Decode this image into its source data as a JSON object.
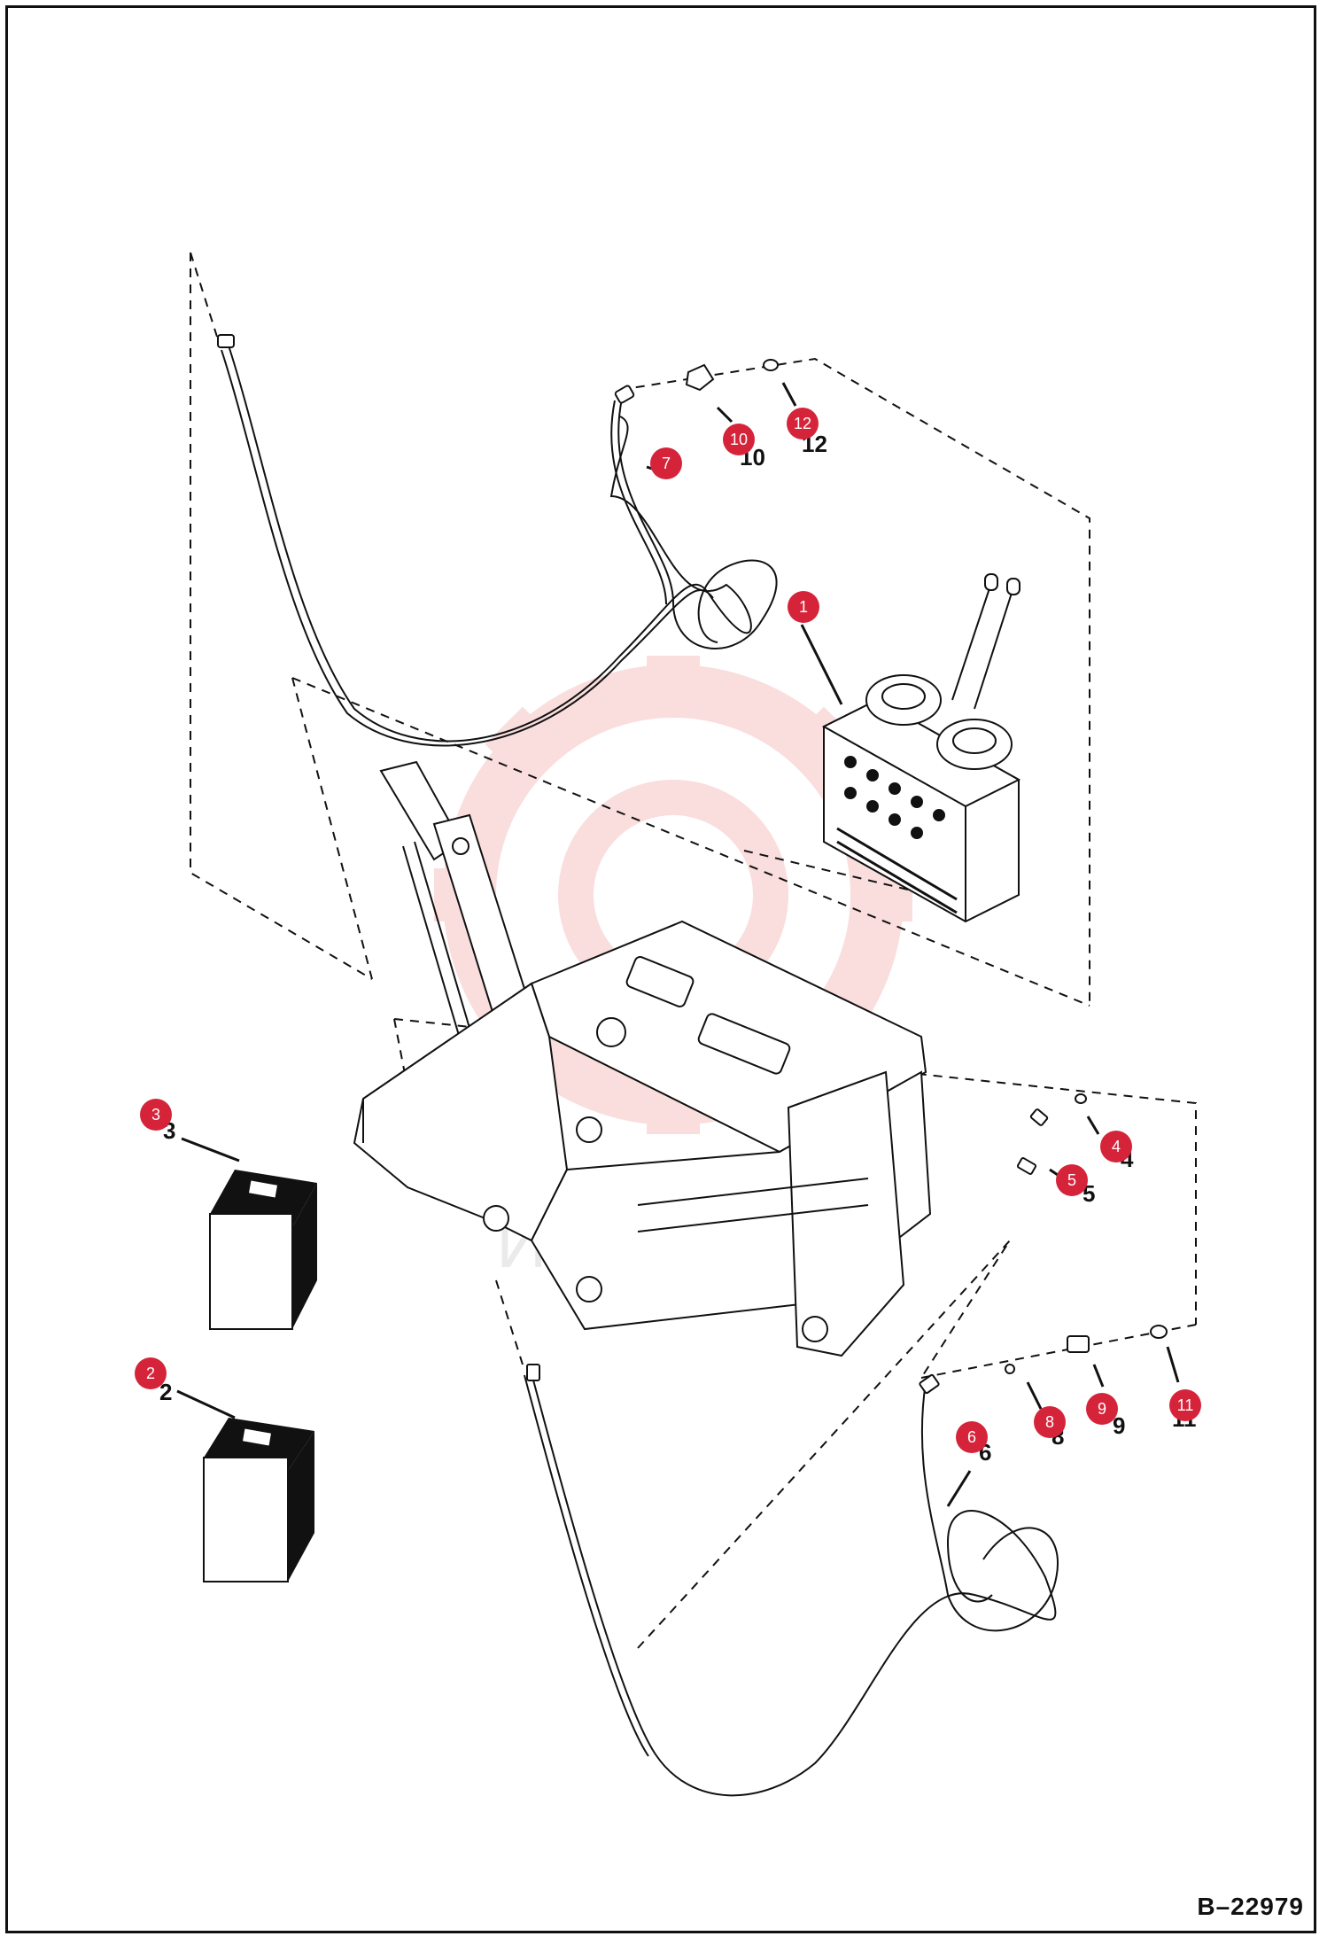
{
  "drawing_number": "B–22979",
  "watermark_text": "ИНТЕК",
  "colors": {
    "callout": "#d5243a",
    "line": "#111111",
    "watermark": "#f4b6b6"
  },
  "callouts": [
    {
      "id": "1",
      "label": "1"
    },
    {
      "id": "2",
      "label": "2"
    },
    {
      "id": "3",
      "label": "3"
    },
    {
      "id": "4",
      "label": "4"
    },
    {
      "id": "5",
      "label": "5"
    },
    {
      "id": "6",
      "label": "6"
    },
    {
      "id": "7",
      "label": "7"
    },
    {
      "id": "8",
      "label": "8"
    },
    {
      "id": "9",
      "label": "9"
    },
    {
      "id": "10",
      "label": "10"
    },
    {
      "id": "11",
      "label": "11"
    },
    {
      "id": "12",
      "label": "12"
    }
  ],
  "part_refs": [
    {
      "id": "10",
      "text": "10"
    },
    {
      "id": "12",
      "text": "12"
    },
    {
      "id": "3",
      "text": "3"
    },
    {
      "id": "2",
      "text": "2"
    },
    {
      "id": "4",
      "text": "4"
    },
    {
      "id": "5",
      "text": "5"
    },
    {
      "id": "8",
      "text": "8"
    },
    {
      "id": "9",
      "text": "9"
    },
    {
      "id": "6",
      "text": "6"
    },
    {
      "id": "11",
      "text": "11"
    }
  ]
}
